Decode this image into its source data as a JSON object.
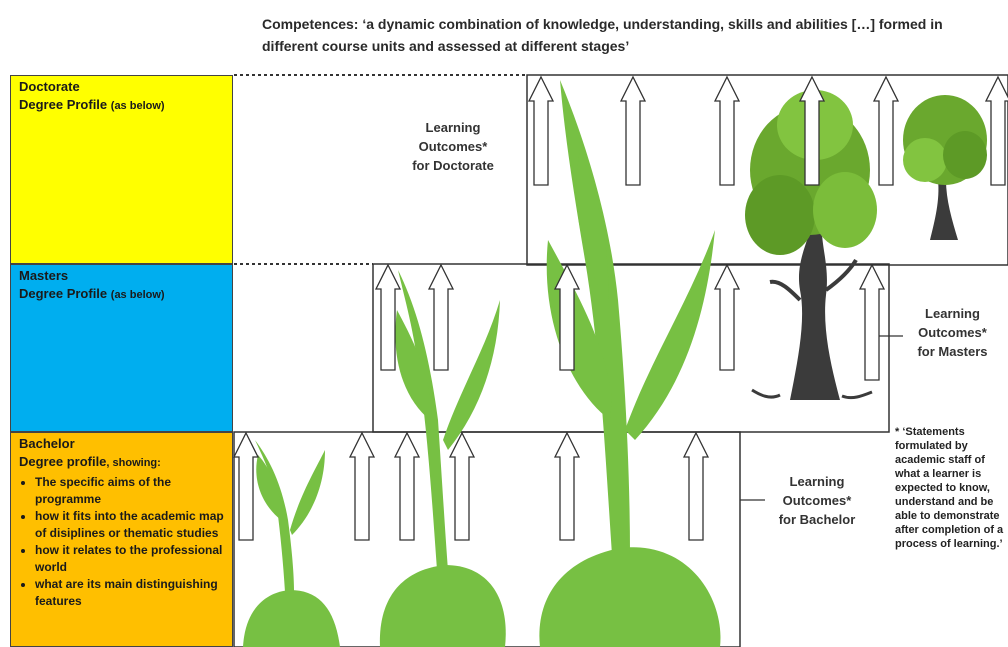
{
  "header": {
    "line1": "Competences: ‘a dynamic combination of knowledge, understanding, skills and abilities […] formed in",
    "line2": "different course units and assessed at different stages’"
  },
  "levels": {
    "doctorate": {
      "title": "Doctorate",
      "sub_main": "Degree Profile",
      "sub_small": "(as below)"
    },
    "masters": {
      "title": "Masters",
      "sub_main": "Degree Profile",
      "sub_small": "(as below)"
    },
    "bachelor": {
      "title": "Bachelor",
      "sub_main": "Degree profile",
      "sub_small": ", showing:",
      "bullets": [
        "The specific aims of the programme",
        "how it fits into the academic map of disiplines or thematic studies",
        "how it relates to the professional world",
        "what are its main distinguishing features"
      ]
    }
  },
  "learning_outcomes": {
    "doctorate": [
      "Learning",
      "Outcomes*",
      "for Doctorate"
    ],
    "masters": [
      "Learning",
      "Outcomes*",
      "for Masters"
    ],
    "bachelor": [
      "Learning",
      "Outcomes*",
      "for Bachelor"
    ]
  },
  "footnote": "* ‘Statements formulated by academic staff of what a learner is expected to know, understand and be able to demonstrate after completion of a process of learning.’",
  "colors": {
    "doctorate": "#ffff00",
    "masters": "#00aeef",
    "bachelor": "#ffbf00",
    "plant": "#77c043",
    "tree_leaves": "#6aa82e"
  }
}
